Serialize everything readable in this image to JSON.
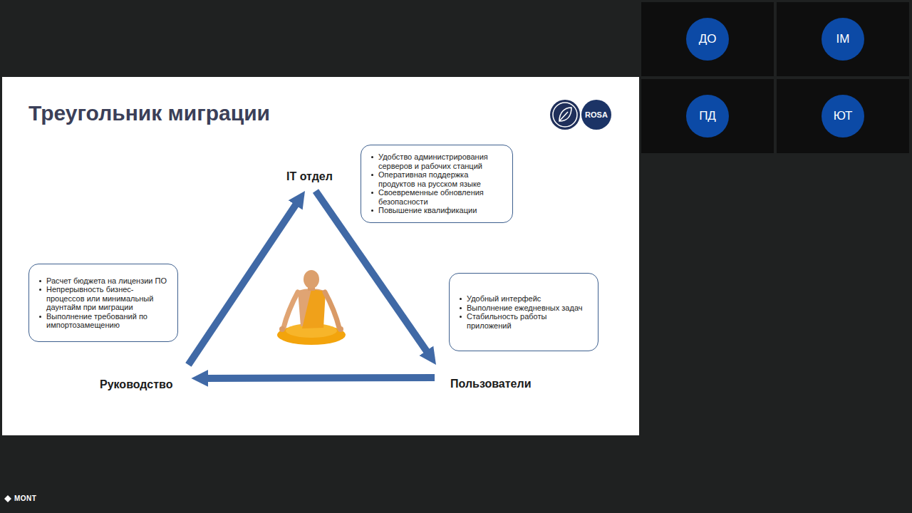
{
  "diagram": {
    "title": "Треугольник миграции",
    "nodes": [
      {
        "text": [
          "Удобство администрирования серверов и рабочих станций",
          "Оперативная поддержка продуктов на русском языке",
          "Своевременные обновления безопасности",
          "Повышение квалификации"
        ]
      },
      {
        "text": [
          "IT отдел"
        ]
      },
      {
        "text": [
          "Расчет бюджета на лицензии ПО",
          "Непрерывность бизнес-процессов или минимальный даунтайм при миграции",
          "Выполнение требований по импортозамещению"
        ]
      },
      {
        "text": [
          "Удобный интерфейс",
          "Выполнение ежедневных задач",
          "Стабильность работы приложений"
        ]
      },
      {
        "text": [
          "Руководство"
        ]
      },
      {
        "text": [
          "Пользователи"
        ]
      },
      {
        "text": [
          "ДО"
        ]
      },
      {
        "text": [
          "IM"
        ]
      },
      {
        "text": [
          "ПД"
        ]
      },
      {
        "text": [
          "ЮТ"
        ]
      }
    ],
    "edges": [
      {
        "from": 4,
        "to": 1,
        "arrow": "to"
      },
      {
        "from": 1,
        "to": 5,
        "arrow": "to"
      },
      {
        "from": 5,
        "to": 4,
        "arrow": "to"
      }
    ],
    "labels": [
      "ROSA",
      "MONT"
    ]
  }
}
